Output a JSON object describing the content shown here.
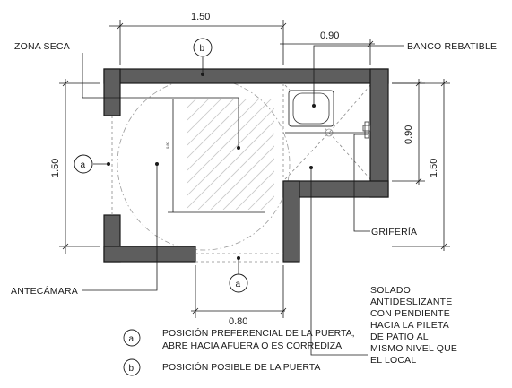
{
  "dimensions": {
    "top_width": "1.50",
    "shower_width": "0.90",
    "left_height": "1.50",
    "right_height_shower": "0.90",
    "right_height_total": "1.50",
    "door_width": "0.80",
    "inner_small": "0.80"
  },
  "labels": {
    "zona_seca": "ZONA SECA",
    "banco": "BANCO REBATIBLE",
    "griferia": "GRIFERÍA",
    "antecamara": "ANTECÁMARA",
    "solado": [
      "SOLADO",
      "ANTIDESLIZANTE",
      "CON PENDIENTE",
      "HACIA LA PILETA",
      "DE PATIO AL",
      "MISMO NIVEL QUE",
      "EL LOCAL"
    ]
  },
  "markers": {
    "a": "a",
    "b": "b"
  },
  "legend": {
    "a_line1": "POSICIÓN PREFERENCIAL DE LA PUERTA,",
    "a_line2": "ABRE HACIA AFUERA O ES CORREDIZA",
    "b_line1": "POSICIÓN POSIBLE DE LA PUERTA"
  }
}
